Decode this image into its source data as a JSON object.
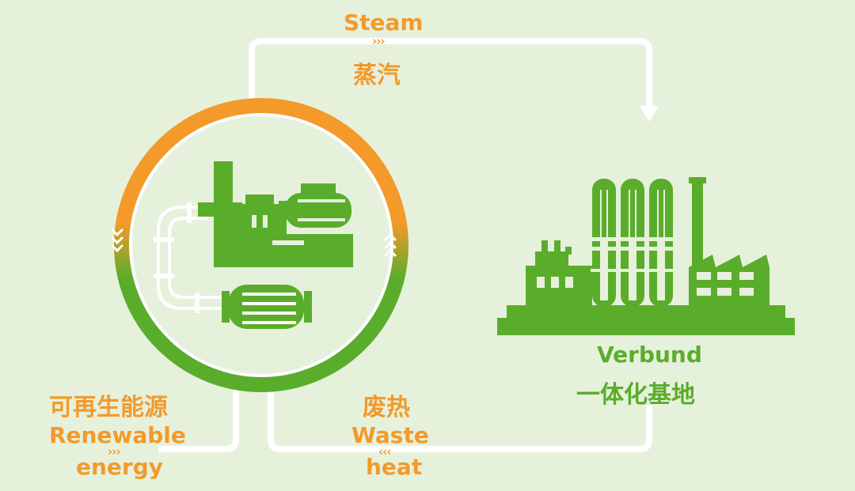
{
  "labels": {
    "steam_en": "Steam",
    "steam_zh": "蒸汽",
    "verbund_en": "Verbund",
    "verbund_zh": "一体化基地",
    "renewable_zh": "可再生能源",
    "renewable_en_1": "Renewable",
    "renewable_en_2": "energy",
    "waste_zh": "废热",
    "waste_en_1": "Waste",
    "waste_en_2": "heat"
  },
  "chevrons": {
    "right": "›››",
    "left": "‹‹‹"
  },
  "icons": [
    "heat-pump-machine-icon",
    "factory-icon",
    "chevron-up-icon",
    "chevron-down-icon"
  ],
  "colors": {
    "background": "#e6f1dc",
    "orange": "#f39a2a",
    "green": "#5aad2b",
    "white": "#ffffff"
  }
}
